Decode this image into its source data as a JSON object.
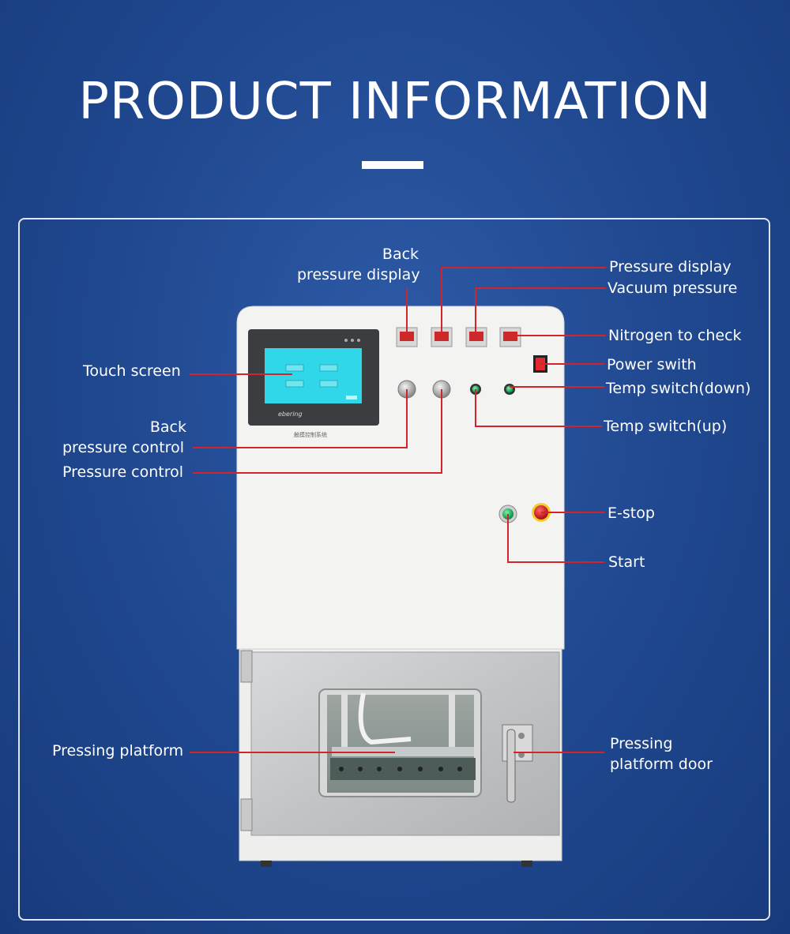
{
  "header": {
    "title": "PRODUCT INFORMATION"
  },
  "callouts": {
    "back_pressure_display": "Back\npressure display",
    "pressure_display": "Pressure display",
    "vacuum_pressure": "Vacuum pressure",
    "nitrogen_to_check": "Nitrogen to check",
    "power_switch": "Power swith",
    "temp_switch_down": "Temp switch(down)",
    "temp_switch_up": "Temp switch(up)",
    "touch_screen": "Touch screen",
    "back_pressure_control": "Back\npressure control",
    "pressure_control": "Pressure control",
    "e_stop": "E-stop",
    "start": "Start",
    "pressing_platform": "Pressing platform",
    "pressing_platform_door": "Pressing\nplatform door"
  },
  "colors": {
    "background": "#214a92",
    "leader_line": "#d4242b",
    "machine_body": "#f2f2f0",
    "screen": "#2fd6e8"
  },
  "machine": {
    "screen_brand": "ebering",
    "screen_caption": "触摸控制系统"
  }
}
